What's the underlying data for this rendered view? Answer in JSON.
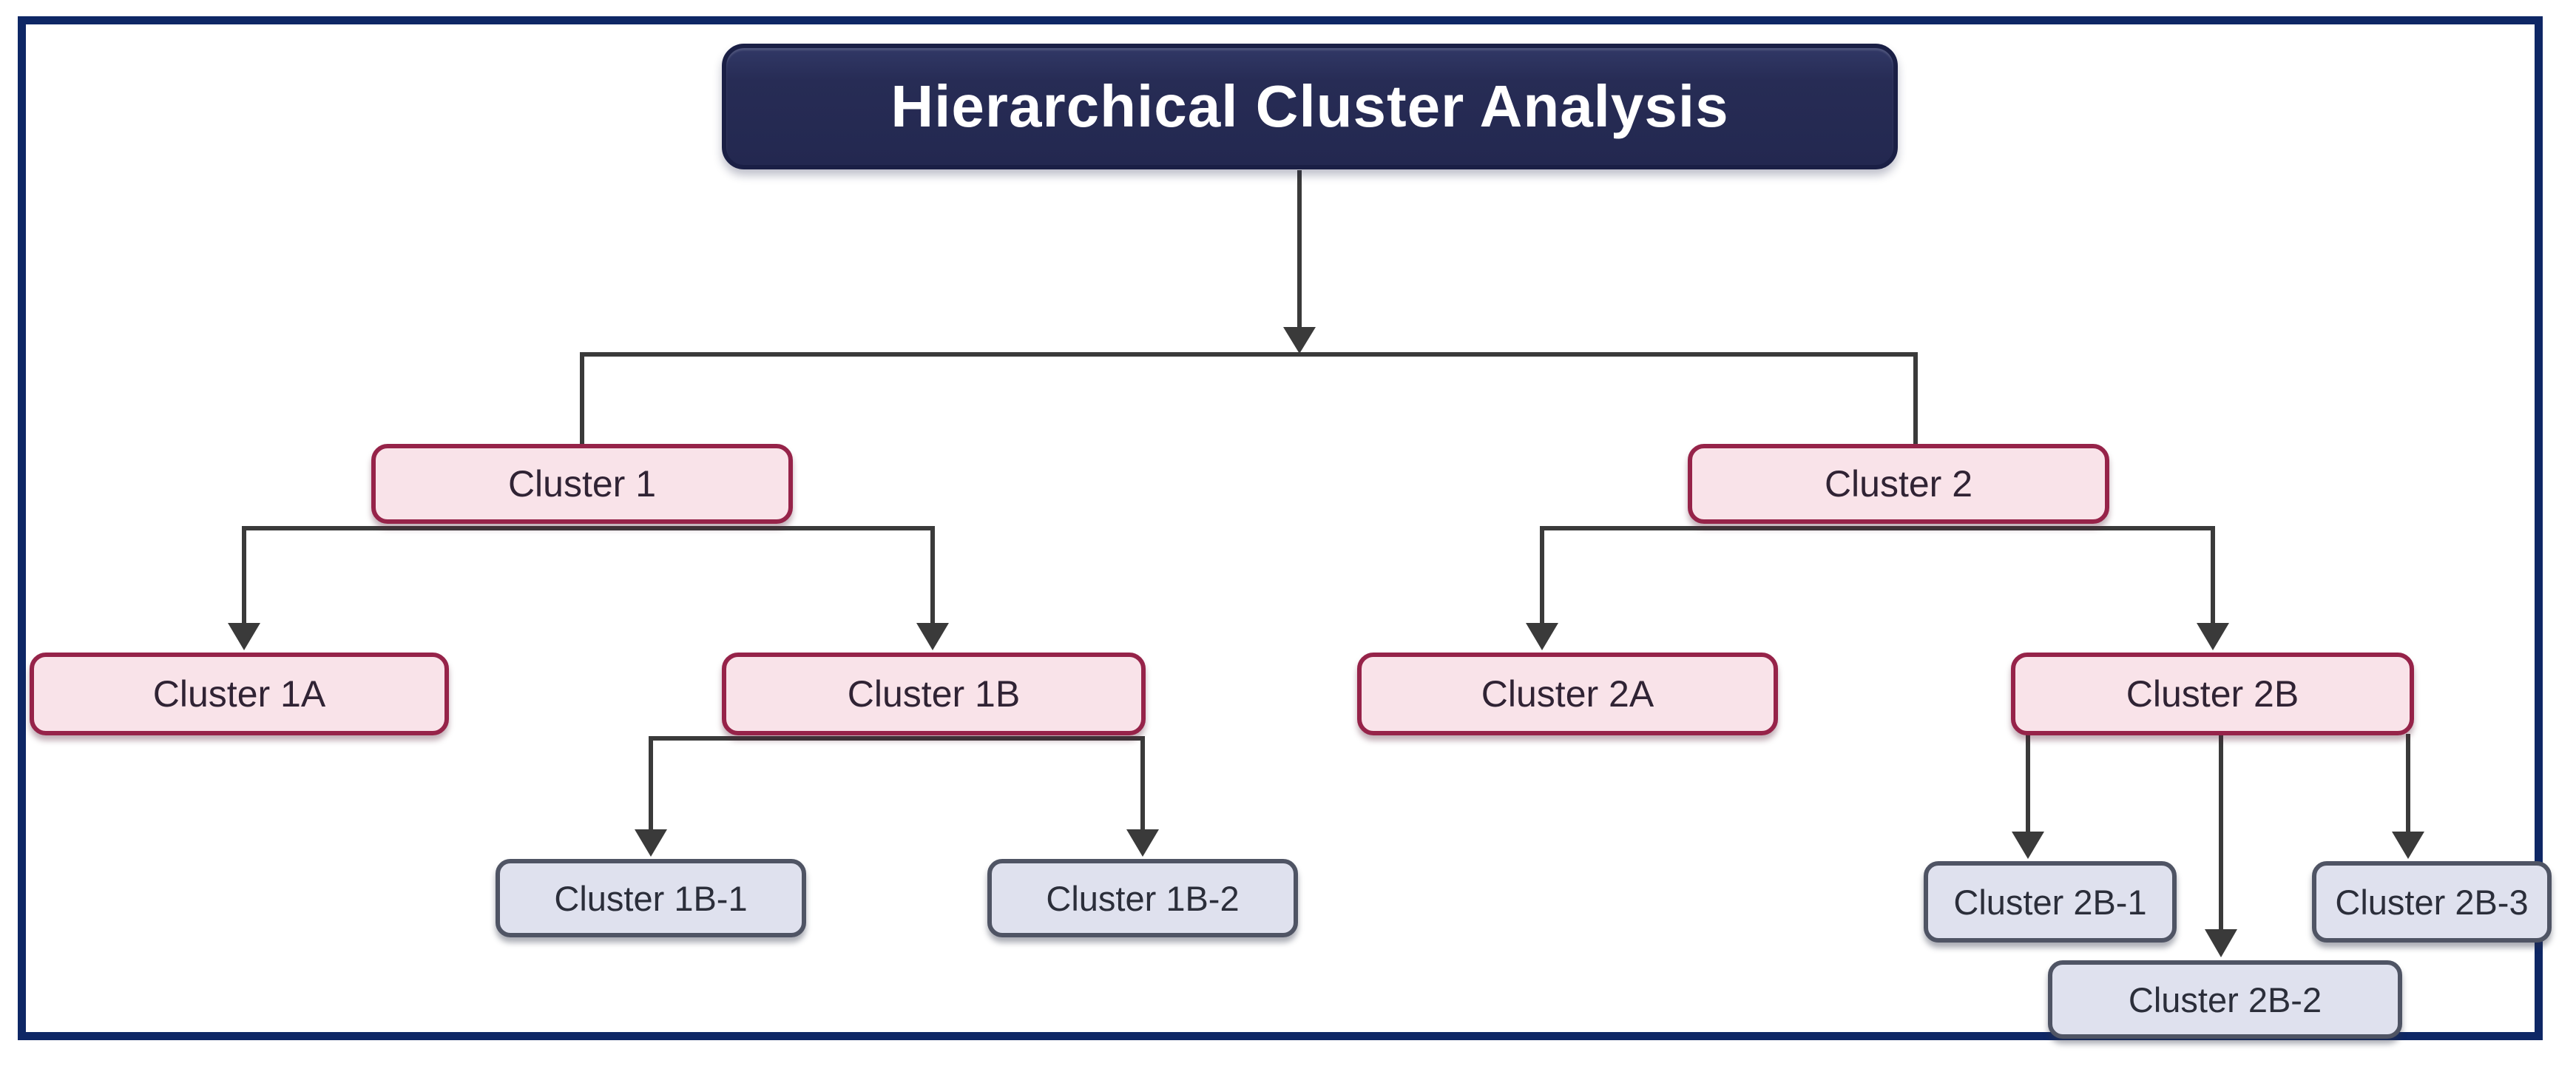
{
  "title": {
    "label": "Hierarchical Cluster Analysis"
  },
  "nodes": {
    "c1": {
      "label": "Cluster 1"
    },
    "c1a": {
      "label": "Cluster 1A"
    },
    "c1b": {
      "label": "Cluster 1B"
    },
    "c1b1": {
      "label": "Cluster 1B-1"
    },
    "c1b2": {
      "label": "Cluster 1B-2"
    },
    "c2": {
      "label": "Cluster 2"
    },
    "c2a": {
      "label": "Cluster 2A"
    },
    "c2b": {
      "label": "Cluster 2B"
    },
    "c2b1": {
      "label": "Cluster 2B-1"
    },
    "c2b2": {
      "label": "Cluster 2B-2"
    },
    "c2b3": {
      "label": "Cluster 2B-3"
    }
  },
  "hierarchy": {
    "Hierarchical Cluster Analysis": [
      "Cluster 1",
      "Cluster 2"
    ],
    "Cluster 1": [
      "Cluster 1A",
      "Cluster 1B"
    ],
    "Cluster 1B": [
      "Cluster 1B-1",
      "Cluster 1B-2"
    ],
    "Cluster 2": [
      "Cluster 2A",
      "Cluster 2B"
    ],
    "Cluster 2B": [
      "Cluster 2B-1",
      "Cluster 2B-2",
      "Cluster 2B-3"
    ]
  },
  "colors": {
    "background": "#ffffff",
    "frame_border": "#0e2765",
    "title_fill": "#272c55",
    "title_text": "#ffffff",
    "cluster_fill": "#f9e3e9",
    "cluster_border": "#962349",
    "subcluster_fill": "#dfe1ee",
    "subcluster_border": "#4f5464",
    "connector": "#3a3a3a"
  }
}
